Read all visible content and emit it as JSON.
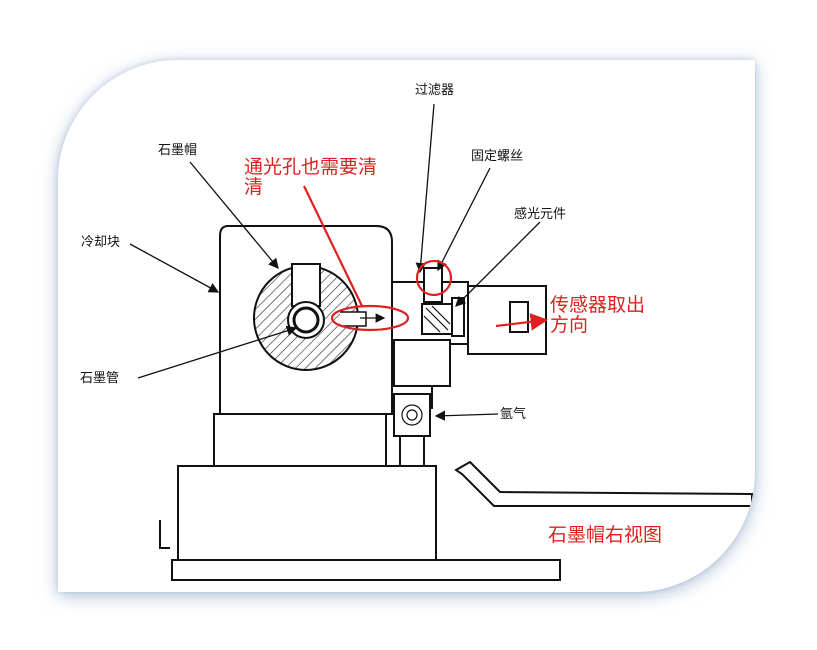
{
  "labels": {
    "graphite_cap": "石墨帽",
    "cooling_block": "冷却块",
    "graphite_tube": "石墨管",
    "filter": "过滤器",
    "fixing_screw": "固定螺丝",
    "photosensor": "感光元件",
    "argon": "氩气"
  },
  "annotations": {
    "light_hole_line1": "通光孔也需要清",
    "light_hole_line2": "清",
    "sensor_removal_line1": "传感器取出",
    "sensor_removal_line2": "方向"
  },
  "caption": "石墨帽右视图",
  "colors": {
    "annotation": "#e02020",
    "line": "#111111",
    "frame_shadow": "#7896be"
  }
}
